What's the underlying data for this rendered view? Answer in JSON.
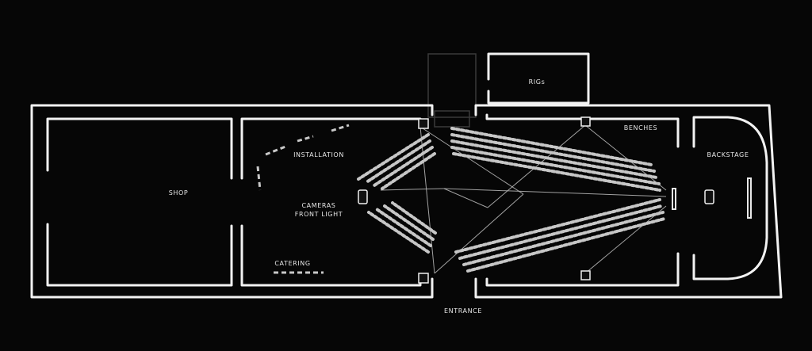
{
  "plan": {
    "rooms": {
      "shop": "SHOP",
      "installation": "INSTALLATION",
      "camera": [
        "CAMERAS",
        "FRONT LIGHT"
      ],
      "catering": "CATERING",
      "benches": "BENCHES",
      "backstage": "BACKSTAGE",
      "rigs": "RIGs",
      "entrance": "ENTRANCE"
    }
  }
}
